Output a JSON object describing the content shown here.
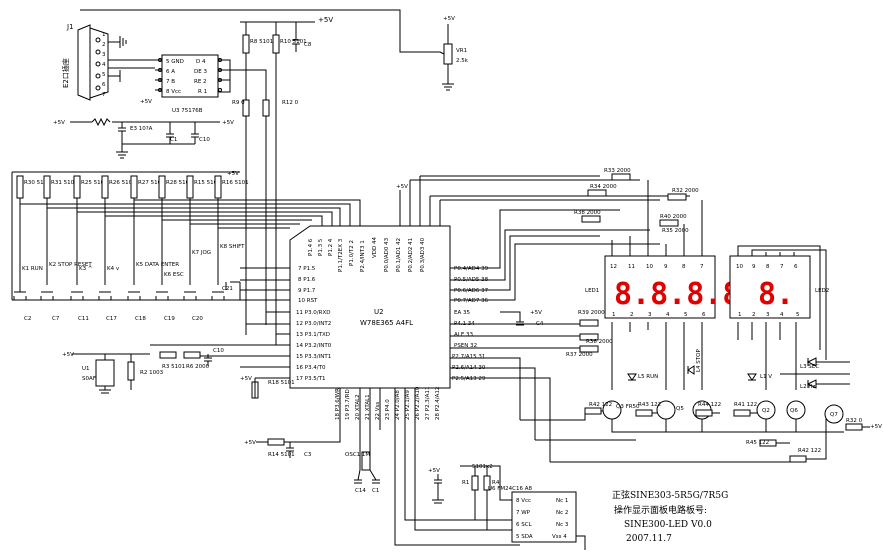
{
  "labels": {
    "j1": "J1",
    "j1_name": "E2口插座",
    "pwr_top": "+5V",
    "vr1": "VR1",
    "vr1_val": "2.5k",
    "u3": "U3 75176B",
    "u3_pins_left": [
      "5 GND",
      "6 A",
      "7 B",
      "8 Vcc"
    ],
    "u3_pins_right": [
      "D 4",
      "DE 3",
      "RE 2",
      "R 1"
    ],
    "u3_5v": "+5V",
    "r8": "R8 5101",
    "r10": "R10 5101",
    "c8": "C8",
    "r9": "R9 0",
    "r12": "R12 0",
    "e3": "E3 10?A",
    "c1": "C1",
    "c10": "C10",
    "pwr_45v": "+5V",
    "pwr_5v_mid": "+5V",
    "res_top": [
      "R30 5101",
      "R31 5101",
      "R25 5101",
      "R26 5101",
      "R27 5101",
      "R28 5101",
      "R15 5101",
      "R16 5101"
    ],
    "keys": [
      "K1 RUN",
      "K2 STOP RESET",
      "K3 ^",
      "K4 v",
      "K5 DATA ENTER",
      "K6 ESC",
      "K7 JOG",
      "K8 SHIFT"
    ],
    "caps_bottom": [
      "C2",
      "C7",
      "C11",
      "C17",
      "C18",
      "C19",
      "C20",
      "C21"
    ],
    "u2": "U2",
    "u2_part": "W78E365 A4FL",
    "u2_left_pins": [
      "7 P1.5",
      "8 P1.6",
      "9 P1.7",
      "10 RST",
      "11 P3.0/RXD",
      "12 P3.0/INT2",
      "13 P3.1/TXD",
      "14 P3.2/INT0",
      "15 P3.3/INT1",
      "16 P3.4/T0",
      "17 P3.5/T1"
    ],
    "u2_top_pins": [
      "P1.4 6",
      "P1.3 5",
      "P1.2 4",
      "P1.1/T2EX 3",
      "P1.0/T2 2",
      "P2.4/INT3 1",
      "VDD 44",
      "P0.0/AD0 43",
      "P0.1/AD1 42",
      "P0.2/AD2 41",
      "P0.3/AD3 40"
    ],
    "u2_right_pins": [
      "P0.4/AD4 39",
      "P0.5/AD5 38",
      "P0.6/AD6 37",
      "P0.7/AD7 36",
      "EA 35",
      "P4.1 34",
      "ALE 33",
      "PSEN 32",
      "P2.7/A15 31",
      "P2.6/A14 30",
      "P2.5/A13 29"
    ],
    "u2_bottom_pins": [
      "18 P3.6/WR",
      "19 P3.7/RD",
      "20 XTAL2",
      "21 XTAL1",
      "22 Vss",
      "23 P4.0",
      "24 P2.0/A8",
      "25 P2.1/A9",
      "26 P2.2/A10",
      "27 P2.3/A11",
      "28 P2.4/A12"
    ],
    "r33": "R33 2000",
    "r34": "R34 2000",
    "r32": "R32 2000",
    "r35": "R35 2000",
    "r38": "R38 2000",
    "r40": "R40 2000",
    "r39": "R39 2000",
    "r36": "R36 2000",
    "r37": "R37 2000",
    "c4": "C4",
    "led1": "LED1",
    "led2": "LED2",
    "led1_pins_top": [
      "12",
      "11",
      "10",
      "9",
      "8",
      "7"
    ],
    "led1_pins_bottom": [
      "1",
      "2",
      "3",
      "4",
      "5",
      "6"
    ],
    "led2_pins_top": [
      "10",
      "9",
      "8",
      "7",
      "6"
    ],
    "led2_pins_bottom": [
      "1",
      "2",
      "3",
      "4",
      "5"
    ],
    "led1_digits": "8.8.8.8.",
    "led2_digits": "8.",
    "l5": "L5 RUN",
    "l4": "L4 STOP",
    "l1": "L1 V",
    "l3": "L3 SEC",
    "l2": "L2 Hz",
    "q3": "Q3 FR50",
    "q5": "Q5",
    "q2": "Q2",
    "q6": "Q6",
    "q7": "Q7",
    "r42a": "R42 122",
    "r43": "R43 122",
    "r44": "R44 122",
    "r41": "R41 122",
    "r45": "R45 122",
    "r42b": "R42 122",
    "r32b": "R32 0",
    "pwr_right": "+5V",
    "u1": "U1",
    "u1_part": "S0AF",
    "r2": "R2 1003",
    "r3": "R3 5101",
    "r6": "R6 2000",
    "r18": "R18 5101",
    "r14": "R14 5101",
    "c3": "C3",
    "osc": "OSC1 1M",
    "c14": "C14",
    "c1b": "C1",
    "u6": "U6 FM24C16 A8",
    "u6_left": [
      "8 Vcc",
      "7 WP",
      "6 SCL",
      "5 SDA"
    ],
    "u6_right": [
      "Nc 1",
      "Nc 2",
      "Nc 3",
      "Vss 4"
    ],
    "r1": "R1",
    "r4": "R4",
    "r_pair": "5101x2",
    "title1": "正弦SINE303-5R5G/7R5G",
    "title2": "操作显示面板电路板号:",
    "title3": "SINE300-LED V0.0",
    "title4": "2007.11.7"
  }
}
